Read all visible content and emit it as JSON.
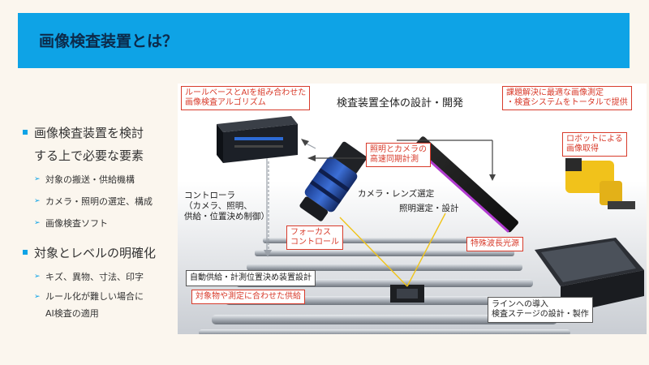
{
  "header": {
    "title": "画像検査装置とは？"
  },
  "bullets": [
    {
      "lines": [
        "画像検査装置を検討",
        "する上で必要な要素"
      ],
      "items": [
        "対象の搬送・供給機構",
        "カメラ・照明の選定、構成",
        "画像検査ソフト"
      ]
    },
    {
      "lines": [
        "対象とレベルの明確化"
      ],
      "items": [
        "キズ、異物、寸法、印字",
        "ルール化が難しい場合に",
        "AI検査の適用"
      ]
    }
  ],
  "figure": {
    "title": "検査装置全体の設計・開発",
    "red_labels": {
      "algorithm": [
        "ルールベースとAIを組み合わせた",
        "画像検査アルゴリズム"
      ],
      "optimal": [
        "課題解決に最適な画像測定",
        "・検査システムをトータルで提供"
      ],
      "robot": [
        "ロボットによる",
        "画像取得"
      ],
      "sync": [
        "照明とカメラの",
        "高速同期計測"
      ],
      "focus": [
        "フォーカス",
        "コントロール"
      ],
      "special_light": "特殊波長光源",
      "supply": "対象物や測定に合わせた供給"
    },
    "black_labels": {
      "controller": [
        "コントローラ",
        "（カメラ、照明、",
        "供給・位置決め制御）"
      ],
      "camera_lens": "カメラ・レンズ選定",
      "lighting": "照明選定・設計",
      "line_stage": [
        "ラインへの導入",
        "検査ステージの設計・製作"
      ]
    },
    "gray_box": "自動供給・計測位置決め装置設計"
  },
  "colors": {
    "accent": "#0ea3e6",
    "red": "#d83b2b",
    "title": "#0c2a4a"
  }
}
